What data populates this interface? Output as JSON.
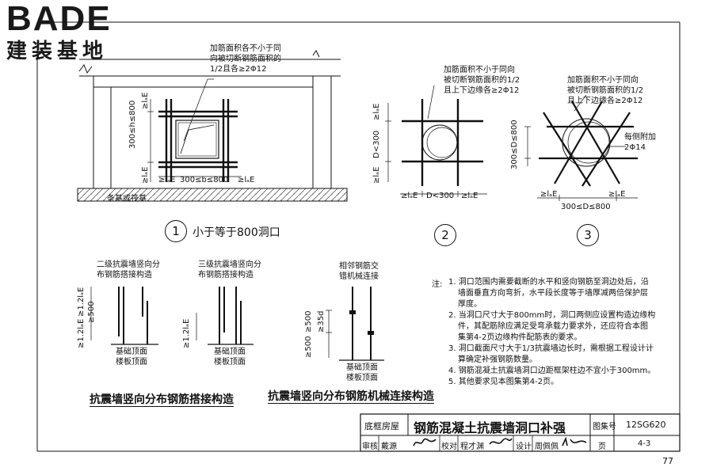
{
  "logo": {
    "brand": "BADE",
    "subtitle": "建装基地"
  },
  "figure1": {
    "callout": [
      "加筋面积各不小于同",
      "向被切断钢筋面积的",
      "1/2且各≥2Φ12"
    ],
    "dim_h": "300≤h≤800",
    "dim_b": "300≤b≤800",
    "lae": "≥lₐE",
    "base_label": "条基或筏基",
    "number": "1",
    "caption": "小于等于800洞口"
  },
  "figure2": {
    "callout": [
      "加筋面积不小于同向",
      "被切断钢筋面积的1/2",
      "且上下边缘各≥2Φ12"
    ],
    "dim_d_vertical": "D<300",
    "dim_d_horizontal": "D<300",
    "lae": "≥lₐE",
    "number": "2"
  },
  "figure3": {
    "callout": [
      "加筋面积不小于同向",
      "被切断钢筋面积的1/2",
      "且上下边缘各≥2Φ12"
    ],
    "side_note": [
      "每侧附加",
      "2Φ14"
    ],
    "dim_d_vertical": "300≤D≤800",
    "dim_d_horizontal": "300≤D≤800",
    "lae": "≥lₐE",
    "number": "3"
  },
  "splice": {
    "grade2_title": [
      "二级抗震墙竖向分",
      "布钢筋搭接构造"
    ],
    "grade2_dims": [
      "≥1.2lₐE",
      "≥500",
      "≥1.2lₐE"
    ],
    "grade3_title": [
      "三级抗震墙竖向分",
      "布钢筋搭接构造"
    ],
    "grade3_dims": [
      "≥1.2lₐE"
    ],
    "mech_title": [
      "相邻钢筋交",
      "错机械连接"
    ],
    "mech_dims": [
      "≥500",
      "≥35d",
      "≥500"
    ],
    "base_label": [
      "基础顶面",
      "楼板顶面"
    ],
    "caption_lap": "抗震墙竖向分布钢筋搭接构造",
    "caption_mech": "抗震墙竖向分布钢筋机械连接构造"
  },
  "notes": {
    "prefix": "注:",
    "lines": [
      "1. 洞口范围内需要截断的水平和竖向钢筋至洞边处后，沿",
      "墙面垂直方向弯折，水平段长度等于墙厚减两倍保护层",
      "厚度。",
      "2. 当洞口尺寸大于800mm时，洞口两侧应设置构造边缘构",
      "件，其配筋除应满足受弯承载力要求外，还应符合本图",
      "集第4-2页边缘构件配筋表的要求。",
      "3. 洞口截面尺寸大于1/3抗震墙边长时，需根据工程设计计",
      "算确定补强钢筋数量。",
      "4. 钢筋混凝土抗震墙洞口边距框架柱边不宜小于300mm。",
      "5. 其他要求见本图集第4-2页。"
    ]
  },
  "title_block": {
    "category": "底框房屋",
    "title": "钢筋混凝土抗震墙洞口补强",
    "atlas_label": "图集号",
    "atlas_no": "12SG620",
    "review_label": "审核",
    "review_name": "戴源",
    "check_label": "校对",
    "check_name": "程才渊",
    "design_label": "设计",
    "design_name": "周佩佩",
    "page_label": "页",
    "page_no": "4-3"
  },
  "page_number": "77"
}
